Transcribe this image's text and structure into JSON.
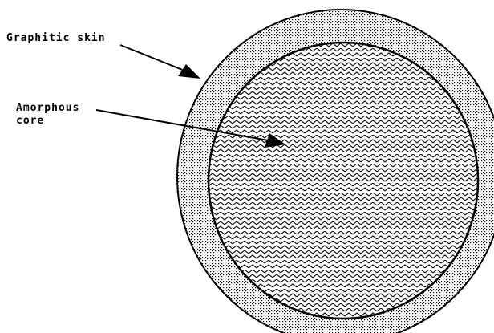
{
  "labels": {
    "graphitic_skin": "Graphitic skin",
    "amorphous_core_line1": "Amorphous",
    "amorphous_core_line2": "core"
  }
}
